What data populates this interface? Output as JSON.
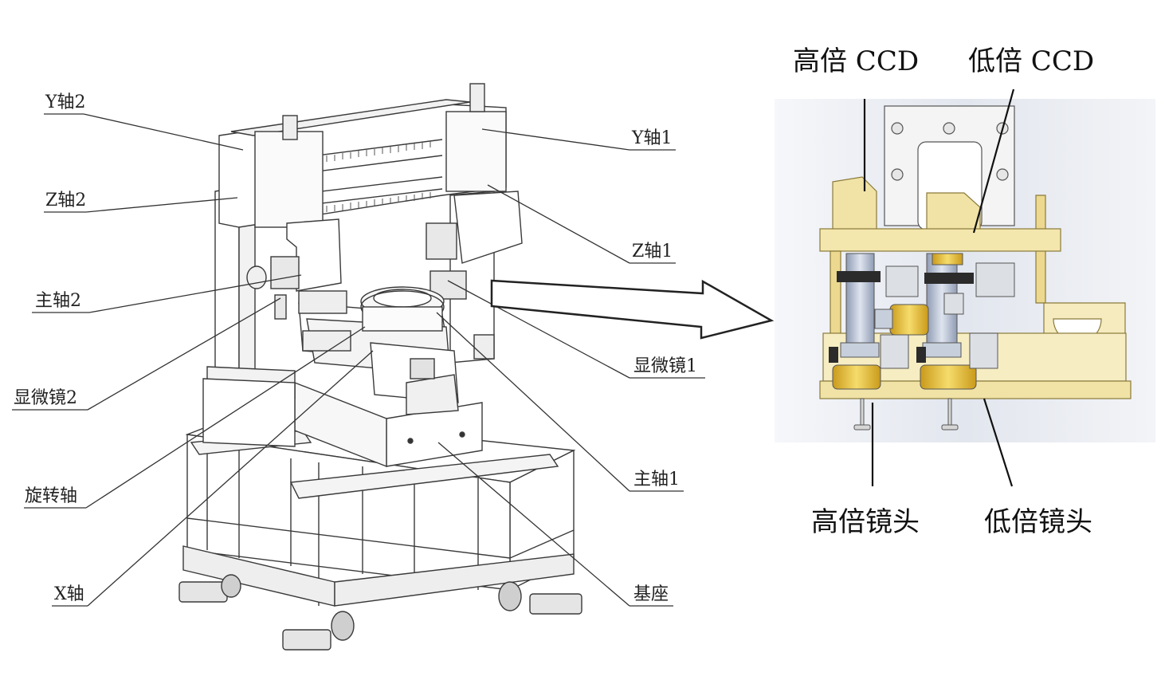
{
  "left_labels": {
    "y_axis_2": "Y轴2",
    "z_axis_2": "Z轴2",
    "spindle_2": "主轴2",
    "microscope_2": "显微镜2",
    "rotary_axis": "旋转轴",
    "x_axis": "X轴"
  },
  "right_labels": {
    "y_axis_1": "Y轴1",
    "z_axis_1": "Z轴1",
    "microscope_1": "显微镜1",
    "spindle_1": "主轴1",
    "base": "基座"
  },
  "detail_labels": {
    "high_mag_ccd": "高倍 CCD",
    "low_mag_ccd": "低倍 CCD",
    "high_mag_lens": "高倍镜头",
    "low_mag_lens": "低倍镜头"
  },
  "colors": {
    "line": "#333333",
    "machine_fill": "#ffffff",
    "machine_stroke": "#3a3a3a",
    "detail_bg": "#eef0f4",
    "yellow_frame": "#f1e3a6",
    "yellow_dark": "#d8c879",
    "steel": "#b9c3d3",
    "black_block": "#2b2b2b",
    "gold": "#e3c24a"
  }
}
